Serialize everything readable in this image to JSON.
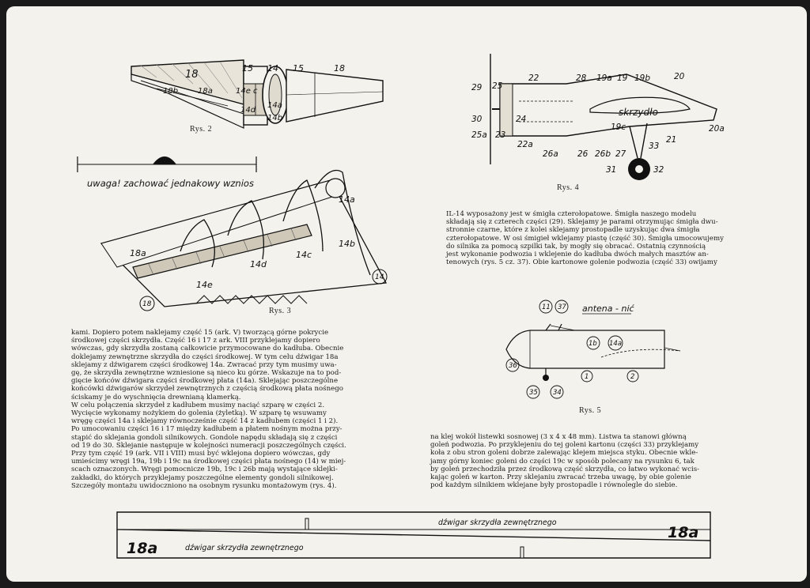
{
  "figures": {
    "rys2": {
      "caption": "Rys. 2",
      "labels": {
        "a18": "18",
        "a15": "15",
        "a14": "14",
        "b15": "15",
        "b18": "18",
        "c18b": "18b",
        "c18a": "18a",
        "c14e": "14e",
        "cc": "c",
        "c14d": "14d",
        "c14a": "14a",
        "c14b": "14b"
      }
    },
    "rys3": {
      "caption": "Rys. 3",
      "note": "uwaga! zachować jednakowy wznios",
      "labels": {
        "a14a": "14a",
        "a14b": "14b",
        "a18a": "18a",
        "a14d": "14d",
        "a14c": "14c",
        "a14e": "14e",
        "c18": "18",
        "c14": "14"
      }
    },
    "rys4": {
      "caption": "Rys. 4",
      "wing_label": "skrzydło",
      "labels": {
        "l29": "29",
        "l25": "25",
        "l22": "22",
        "l28": "28",
        "l19a": "19a",
        "l19": "19",
        "l19b": "19b",
        "l20": "20",
        "l30": "30",
        "l24": "24",
        "l25a": "25a",
        "l23": "23",
        "l22a": "22a",
        "l19c": "19c",
        "l21": "21",
        "l20a": "20a",
        "l26a": "26a",
        "l26": "26",
        "l26b": "26b",
        "l27": "27",
        "l33": "33",
        "l31": "31",
        "l32": "32"
      }
    },
    "rys5": {
      "caption": "Rys. 5",
      "antenna_label": "antena - nić",
      "labels": {
        "c11": "11",
        "c37": "37",
        "c1b": "1b",
        "c14a": "14a",
        "c1": "1",
        "c2": "2",
        "c36": "36",
        "c35": "35",
        "c34": "34"
      }
    }
  },
  "texts": {
    "right_top": [
      "IL-14 wyposażony jest w śmigła czterołopatowe. Śmigła naszego modelu",
      "składają się z czterech części (29). Sklejamy je parami otrzymując śmigła dwu-",
      "stronnie czarne, które z kolei sklejamy prostopadle uzyskując dwa śmigła",
      "czterołopatowe. W osi śmigieł wklejamy piastę (część 30). Śmigła umocowujemy",
      "do silnika za pomocą szpilki tak, by mogły się obracać. Ostatnią czynnością",
      "jest wykonanie podwozia i wklejenie do kadłuba dwóch małych masztów an-",
      "tenowych (rys. 5 cz. 37). Obie kartonowe golenie podwozia (część 33) owijamy"
    ],
    "left_bottom": [
      "kami. Dopiero potem naklejamy część 15 (ark. V) tworzącą górne pokrycie",
      "środkowej części skrzydła. Część 16 i 17 z ark. VIII przyklejamy dopiero",
      "wówczas, gdy skrzydła zostaną całkowicie przymocowane do kadłuba. Obecnie",
      "doklejamy zewnętrzne skrzydła do części środkowej. W tym celu dźwigar 18a",
      "sklejamy z dźwigarem części środkowej 14a. Zwracać przy tym musimy uwa-",
      "gę, że skrzydła zewnętrzne wzniesione są nieco ku górze. Wskazuje na to pod-",
      "gięcie końców dźwigara części środkowej płata (14a). Sklejając poszczególne",
      "końcówki dźwigarów skrzydeł zewnętrznych z częścią środkową płata nośnego",
      "ściskamy je do wyschnięcia drewnianą klamerką.",
      "W celu połączenia skrzydeł z kadłubem musimy naciąć szparę w części 2.",
      "Wycięcie wykonamy nożykiem do golenia (żyletką). W szparę tę wsuwamy",
      "wręgę części 14a i sklejamy równocześnie część 14 z kadłubem (części 1 i 2).",
      "Po umocowaniu części 16 i 17 między kadłubem a płatem nośnym można przy-",
      "stąpić do sklejania gondoli silnikowych. Gondole napędu składają się z części",
      "od 19 do 30. Sklejanie następuje w kolejności numeracji poszczególnych części.",
      "Przy tym część 19 (ark. VII i VIII) musi być wklejona dopiero wówczas, gdy",
      "umieścimy wręgi 19a, 19b i 19c na środkowej części płata nośnego (14) w miej-",
      "scach oznaczonych. Wręgi pomocnicze 19b, 19c i 26b mają wystające sklejki-",
      "zakładki, do których przyklejamy poszczególne elementy gondoli silnikowej.",
      "Szczegóły montażu uwidoczniono na osobnym rysunku montażowym (rys. 4)."
    ],
    "right_bottom": [
      "na klej wokół listewki sosnowej (3 x 4 x 48 mm). Listwa ta stanowi główną",
      "goleń podwozia. Po przyklejeniu do tej goleni kartonu (części 33) przyklejamy",
      "koła z obu stron goleni dobrze zalewając klejem miejsca styku. Obecnie wkle-",
      "jamy górny koniec goleni do części 19c w sposób polecany na rysunku 6, tak",
      "by goleń przechodziła przez środkową część skrzydła, co łatwo wykonać wcis-",
      "kając goleń w karton. Przy sklejaniu zwracać trzeba uwagę, by obie golenie",
      "pod każdym silnikiem wklejane były prostopadle i równolegle do siebie."
    ]
  },
  "strip": {
    "top_label": "dźwigar skrzydła zewnętrznego",
    "top_code": "18a",
    "bottom_label": "dźwigar skrzydła zewnętrznego",
    "bottom_code": "18a"
  }
}
